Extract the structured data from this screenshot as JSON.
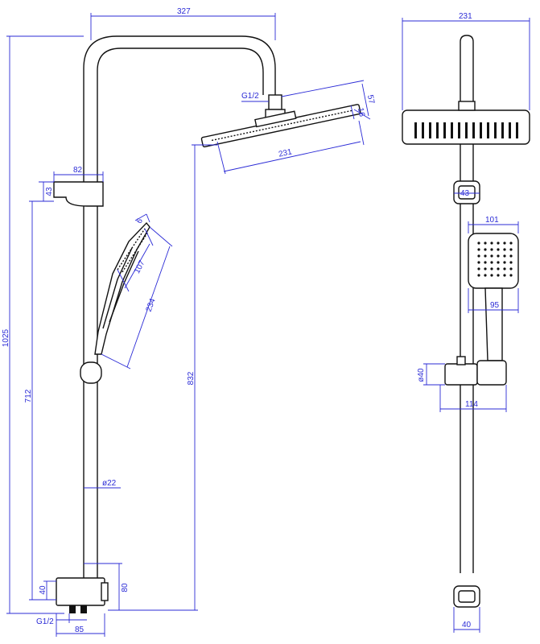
{
  "diagram": {
    "colors": {
      "dimension": "#2b2bd6",
      "outline": "#111111"
    },
    "front_view": {
      "top_width": "327",
      "total_height": "1025",
      "slider_width": "82",
      "slider_height": "43",
      "slider_to_base": "712",
      "head_to_base": "832",
      "head_thread": "G1/2",
      "head_height": "57",
      "head_thickness": "16",
      "head_width": "231",
      "handshower_width": "107",
      "handshower_length": "234",
      "handshower_top": "6",
      "pipe_diameter": "ø22",
      "valve_height": "80",
      "valve_outlet": "40",
      "valve_thread": "G1/2",
      "valve_width": "85"
    },
    "side_view": {
      "head_width": "231",
      "clip_size": "43",
      "handshower_width": "101",
      "handle_width": "95",
      "holder_diameter": "ø40",
      "holder_width": "114",
      "base_width": "40"
    }
  }
}
